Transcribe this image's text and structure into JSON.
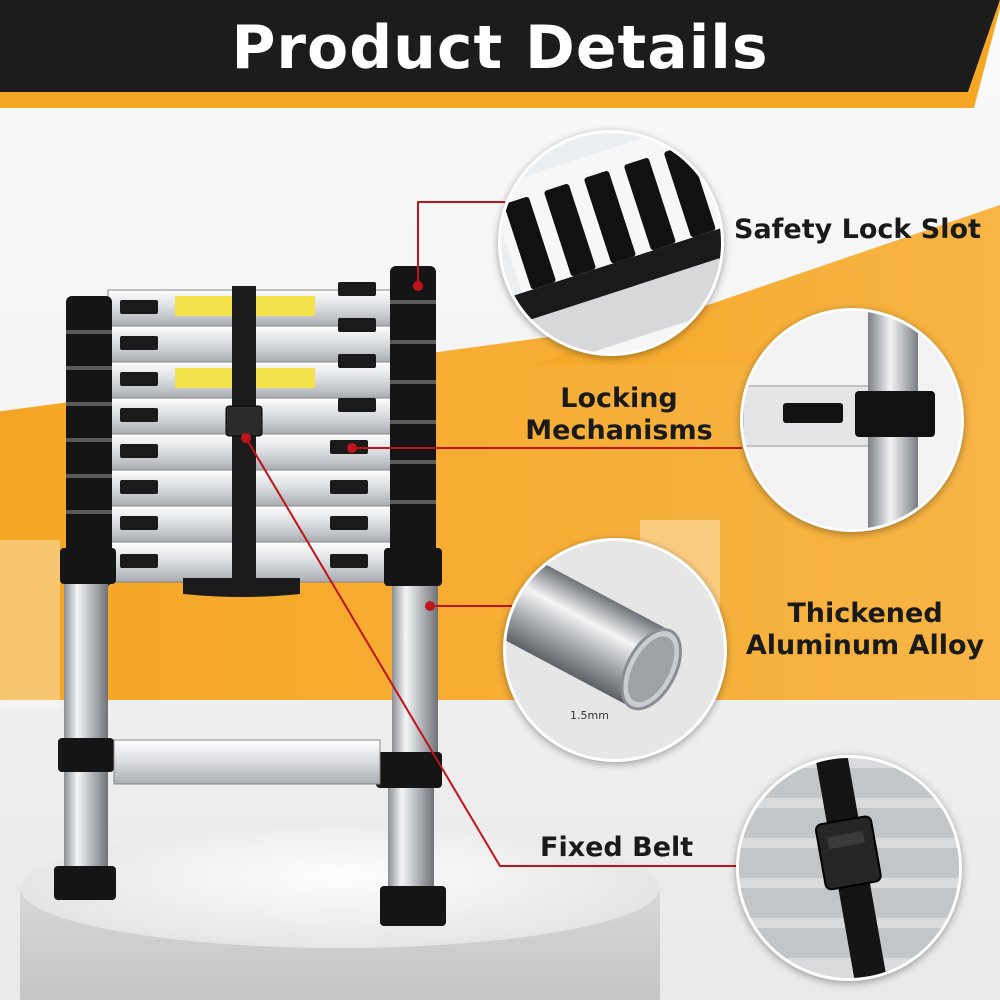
{
  "header": {
    "title": "Product Details"
  },
  "colors": {
    "header_bar": "#1c1c1c",
    "accent_orange": "#f5a623",
    "leader_red": "#c0141b"
  },
  "callouts": [
    {
      "label": "Safety Lock Slot"
    },
    {
      "label_line1": "Locking",
      "label_line2": "Mechanisms"
    },
    {
      "label_line1": "Thickened",
      "label_line2": "Aluminum Alloy",
      "thickness_label": "1.5mm"
    },
    {
      "label": "Fixed Belt"
    }
  ]
}
